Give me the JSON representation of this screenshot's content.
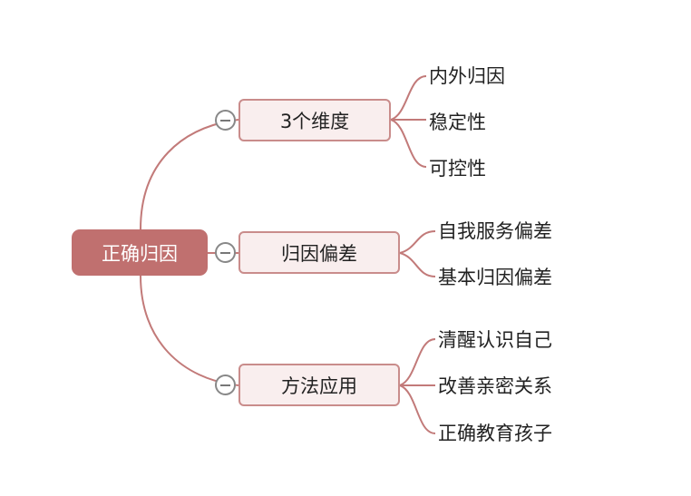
{
  "root": {
    "label": "正确归因"
  },
  "branches": [
    {
      "label": "3个维度",
      "children": [
        "内外归因",
        "稳定性",
        "可控性"
      ]
    },
    {
      "label": "归因偏差",
      "children": [
        "自我服务偏差",
        "基本归因偏差"
      ]
    },
    {
      "label": "方法应用",
      "children": [
        "清醒认识自己",
        "改善亲密关系",
        "正确教育孩子"
      ]
    }
  ],
  "colors": {
    "root_fill": "#c0706f",
    "branch_fill": "#f9eeee",
    "branch_border": "#c98c8b",
    "connector": "#c27a79"
  }
}
